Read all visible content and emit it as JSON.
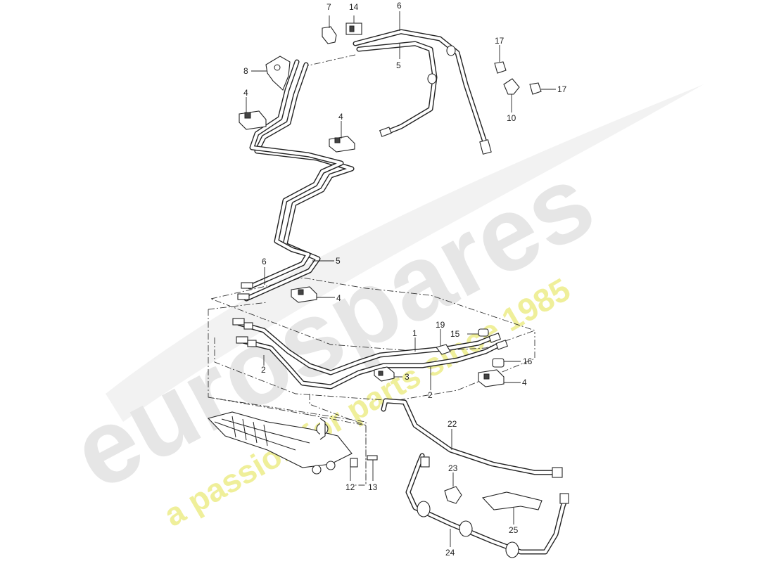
{
  "watermark": {
    "brand": "eurospares",
    "tagline": "a passion for parts since 1985",
    "brand_color": "#e6e6e6",
    "tagline_color": "#efef9a"
  },
  "diagram": {
    "callouts": {
      "c7": "7",
      "c14": "14",
      "c6_top": "6",
      "c5_top": "5",
      "c8": "8",
      "c4_a": "4",
      "c4_b": "4",
      "c17_a": "17",
      "c17_b": "17",
      "c10": "10",
      "c6_mid": "6",
      "c5_mid": "5",
      "c4_c": "4",
      "c19": "19",
      "c15": "15",
      "c1": "1",
      "c16": "16",
      "c2_a": "2",
      "c3": "3",
      "c2_b": "2",
      "c4_d": "4",
      "c22": "22",
      "c23": "23",
      "c25": "25",
      "c24": "24",
      "c12": "12",
      "c13": "13"
    }
  }
}
